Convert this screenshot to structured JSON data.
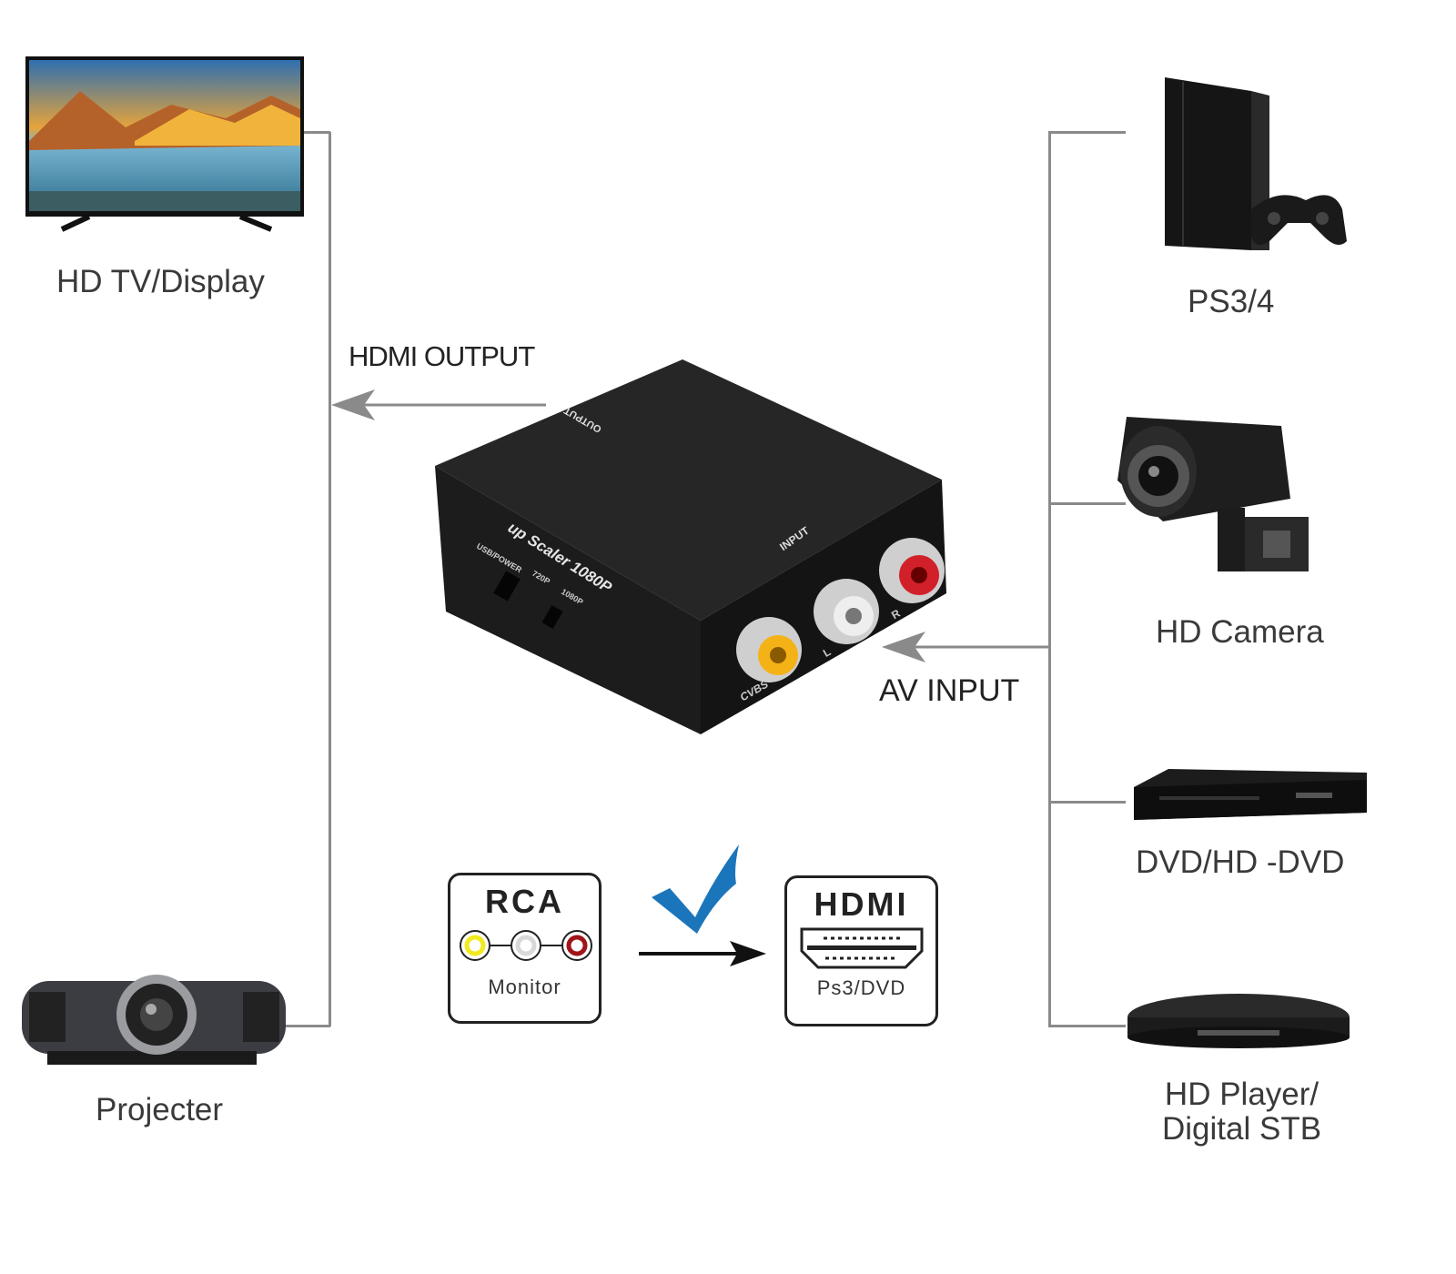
{
  "outputs": [
    {
      "label": "HD TV/Display",
      "icon": "tv-icon"
    },
    {
      "label": "Projecter",
      "icon": "projector-icon"
    }
  ],
  "inputs": [
    {
      "label": "PS3/4",
      "icon": "game-console-icon"
    },
    {
      "label": "HD Camera",
      "icon": "camera-icon"
    },
    {
      "label": "DVD/HD -DVD",
      "icon": "dvd-player-icon"
    },
    {
      "label": "HD Player/",
      "label2": "Digital STB",
      "icon": "set-top-box-icon"
    }
  ],
  "arrows": {
    "hdmi_output": "HDMI OUTPUT",
    "av_input": "AV INPUT"
  },
  "device": {
    "output_label": "OUTPUT",
    "model_label": "up Scaler 1080P",
    "input_label": "INPUT",
    "power_label": "USB/POWER",
    "mode_720": "720P",
    "mode_1080": "1080P",
    "port_cvbs": "CVBS",
    "port_l": "L",
    "port_r": "R"
  },
  "conversion": {
    "from_title": "RCA",
    "from_sub": "Monitor",
    "to_title": "HDMI",
    "to_sub": "Ps3/DVD",
    "rca_colors": [
      "#f2ea1e",
      "#d8d8d8",
      "#a0141a"
    ],
    "check_color": "#1b75bb"
  }
}
